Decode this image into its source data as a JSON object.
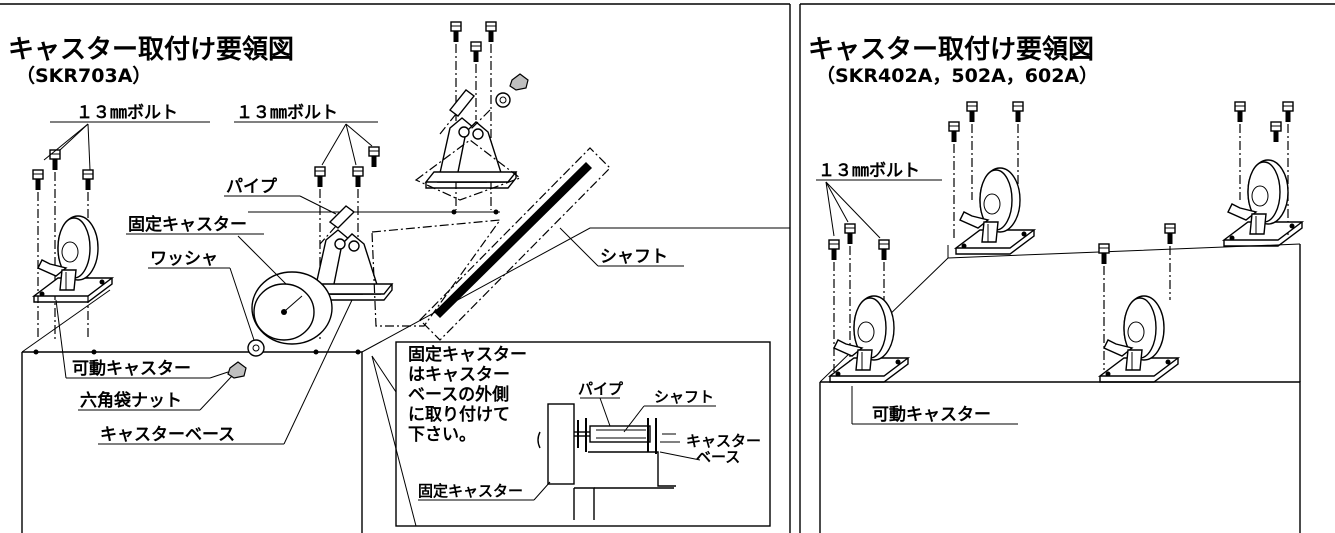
{
  "left_panel": {
    "title": "キャスター取付け要領図",
    "model": "（SKR703A）",
    "labels": {
      "bolt_left": "１３㎜ボルト",
      "bolt_right": "１３㎜ボルト",
      "pipe": "パイプ",
      "fixed_caster": "固定キャスター",
      "washer": "ワッシャ",
      "swivel_caster": "可動キャスター",
      "cap_nut": "六角袋ナット",
      "caster_base": "キャスターベース",
      "shaft": "シャフト"
    },
    "detail": {
      "note_lines": [
        "固定キャスター",
        "はキャスター",
        "ベースの外側",
        "に取り付けて",
        "下さい。"
      ],
      "pipe": "パイプ",
      "shaft": "シャフト",
      "caster_base_line1": "キャスター",
      "caster_base_line2": "ベース",
      "fixed_caster": "固定キャスター"
    }
  },
  "right_panel": {
    "title": "キャスター取付け要領図",
    "model": "（SKR402A，502A，602A）",
    "labels": {
      "bolt": "１３㎜ボルト",
      "swivel_caster": "可動キャスター"
    }
  }
}
